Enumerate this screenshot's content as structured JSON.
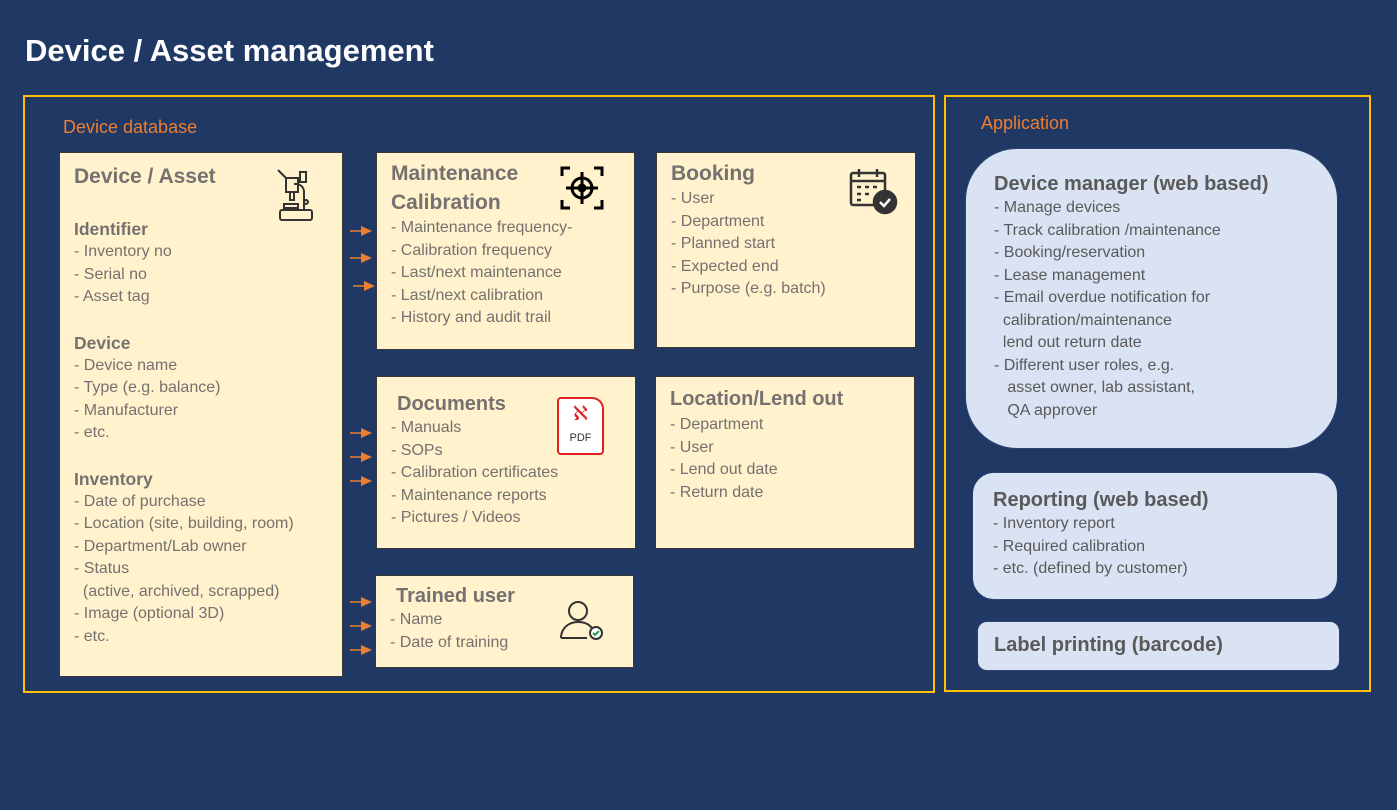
{
  "title": "Device / Asset management",
  "database": {
    "label": "Device database",
    "asset": {
      "title": "Device / Asset",
      "sections": [
        {
          "heading": "Identifier",
          "items": [
            "- Inventory no",
            "- Serial no",
            "- Asset tag"
          ]
        },
        {
          "heading": "Device",
          "items": [
            "- Device name",
            "- Type (e.g. balance)",
            "- Manufacturer",
            "- etc."
          ]
        },
        {
          "heading": "Inventory",
          "items": [
            "- Date of purchase",
            "- Location (site, building, room)",
            "- Department/Lab owner",
            "- Status",
            "  (active, archived, scrapped)",
            "- Image (optional 3D)",
            "- etc."
          ]
        }
      ]
    },
    "maintenance": {
      "title1": "Maintenance",
      "title2": "Calibration",
      "items": [
        "- Maintenance frequency-",
        "- Calibration frequency",
        "- Last/next maintenance",
        "- Last/next calibration",
        "- History and audit trail"
      ]
    },
    "booking": {
      "title": "Booking",
      "items": [
        "- User",
        "- Department",
        "- Planned start",
        "- Expected end",
        "- Purpose (e.g. batch)"
      ]
    },
    "documents": {
      "title": "Documents",
      "icon_text": "PDF",
      "items": [
        "- Manuals",
        "- SOPs",
        "- Calibration certificates",
        "- Maintenance reports",
        "- Pictures / Videos"
      ]
    },
    "location": {
      "title": "Location/Lend out",
      "items": [
        "- Department",
        "- User",
        "- Lend out date",
        "- Return date"
      ]
    },
    "trained": {
      "title": "Trained user",
      "items": [
        "- Name",
        "- Date of training"
      ]
    }
  },
  "application": {
    "label": "Application",
    "manager": {
      "title": "Device manager (web based)",
      "items": [
        "- Manage devices",
        "- Track calibration /maintenance",
        "- Booking/reservation",
        "- Lease management",
        "- Email overdue notification for",
        "  calibration/maintenance",
        "  lend out return date",
        "- Different user roles, e.g.",
        "   asset owner, lab assistant,",
        "   QA approver"
      ]
    },
    "reporting": {
      "title": "Reporting (web based)",
      "items": [
        "- Inventory report",
        "- Required calibration",
        "- etc. (defined by customer)"
      ]
    },
    "label_printing": {
      "title": "Label printing (barcode)"
    }
  },
  "colors": {
    "background": "#1f3864",
    "frame": "#ffc000",
    "accent": "#ed7d31",
    "box": "#fff2cc",
    "app": "#dae3f3"
  }
}
